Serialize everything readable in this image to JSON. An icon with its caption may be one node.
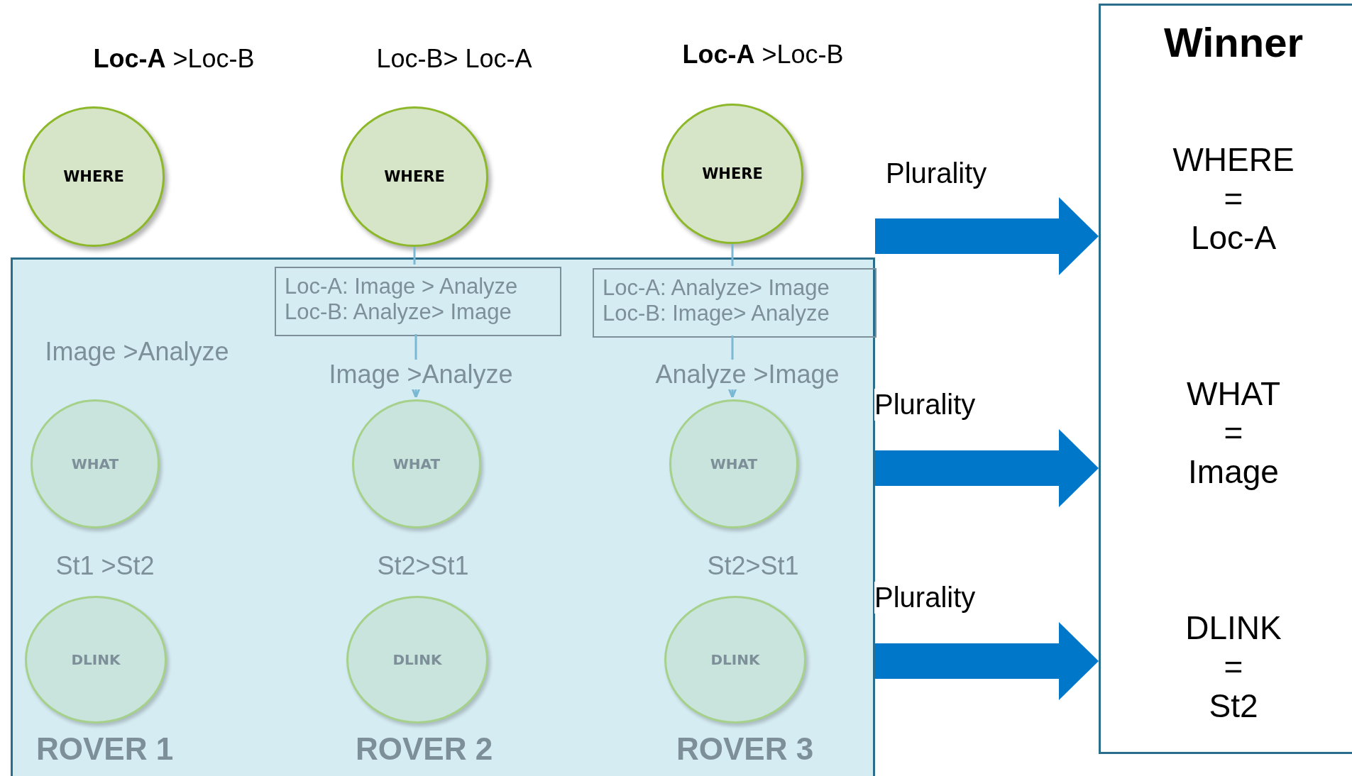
{
  "diagram": {
    "nodes": [
      {
        "text": [
          "WHERE"
        ],
        "beside": [
          "**Loc-A** >Loc-B"
        ]
      },
      {
        "text": [
          "WHERE"
        ],
        "beside": [
          "Loc-B> Loc-A"
        ]
      },
      {
        "text": [
          "WHERE"
        ],
        "beside": [
          "**Loc-A** >Loc-B"
        ]
      },
      {
        "text": [],
        "shape": "box"
      },
      {
        "text": [
          "Loc-A: Image > Analyze Loc-B: Analyze> Image"
        ],
        "in": 3
      },
      {
        "text": [
          "Loc-A: Analyze> Image Loc-B: Image> Analyze"
        ],
        "in": 3
      },
      {
        "text": [
          "WHAT"
        ],
        "in": 3,
        "beside": [
          "Image >Analyze"
        ]
      },
      {
        "text": [
          "WHAT"
        ],
        "in": 3,
        "beside": [
          "Image >Analyze"
        ]
      },
      {
        "text": [
          "WHAT"
        ],
        "in": 3,
        "beside": [
          "Analyze >Image"
        ]
      },
      {
        "text": [
          "DLINK"
        ],
        "in": 3,
        "beside": [
          "St1 >St2",
          "ROVER 1"
        ]
      },
      {
        "text": [
          "DLINK"
        ],
        "in": 3,
        "beside": [
          "St2>St1",
          "ROVER 2"
        ]
      },
      {
        "text": [
          "DLINK"
        ],
        "in": 3,
        "beside": [
          "St2>St1",
          "ROVER 3"
        ]
      },
      {
        "text": [
          "Winner",
          "WHERE = Loc-A",
          "WHAT = Image",
          "DLINK = St2"
        ]
      }
    ],
    "edges": [
      {
        "from": 1,
        "to": 4,
        "arrow": "none"
      },
      {
        "from": 4,
        "to": 7,
        "arrow": "to"
      },
      {
        "from": 2,
        "to": 5,
        "arrow": "none"
      },
      {
        "from": 5,
        "to": 8,
        "arrow": "to"
      },
      {
        "from": null,
        "to": 12,
        "arrow": "to",
        "label": "Plurality",
        "style": "thick",
        "color": "#0077c8"
      },
      {
        "from": 3,
        "to": 12,
        "arrow": "to",
        "label": "Plurality",
        "style": "thick",
        "color": "#0077c8"
      },
      {
        "from": 3,
        "to": 12,
        "arrow": "to",
        "label": "Plurality",
        "style": "thick",
        "color": "#0077c8"
      }
    ]
  }
}
